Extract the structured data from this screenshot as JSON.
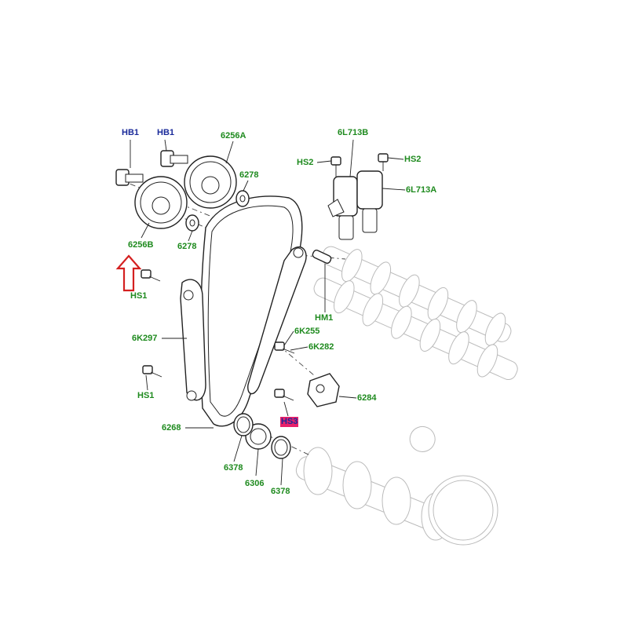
{
  "labels": {
    "hb1_left": "HB1",
    "hb1_right": "HB1",
    "p6256a": "6256A",
    "p6278_top": "6278",
    "p6278_bottom": "6278",
    "p6256b": "6256B",
    "p6l713b": "6L713B",
    "hs2_left": "HS2",
    "hs2_right": "HS2",
    "p6l713a": "6L713A",
    "hs1_top": "HS1",
    "hm1": "HM1",
    "p6k297": "6K297",
    "p6k255": "6K255",
    "p6k282": "6K282",
    "hs1_bottom": "HS1",
    "p6284": "6284",
    "hs3": "HS3",
    "p6268": "6268",
    "p6378_left": "6378",
    "p6306": "6306",
    "p6378_right": "6378"
  },
  "colors": {
    "part_label": "#1e8a1e",
    "hardware_label": "#1a2a9a",
    "highlight": "#e8206a",
    "arrow": "#d42020"
  }
}
